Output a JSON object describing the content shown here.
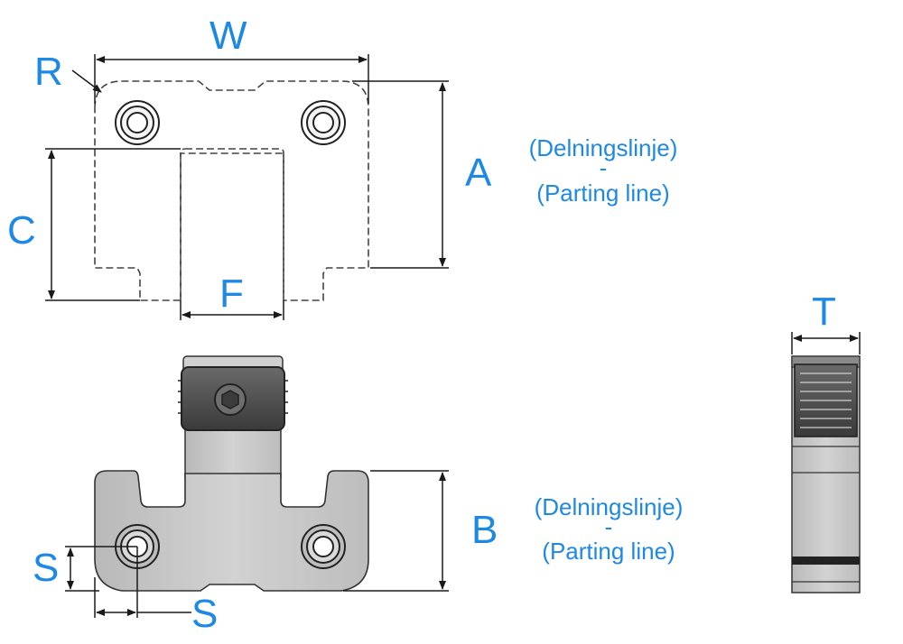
{
  "labels": {
    "W": "W",
    "R": "R",
    "C": "C",
    "F": "F",
    "A": "A",
    "B": "B",
    "T": "T",
    "S_vertical": "S",
    "S_horizontal": "S"
  },
  "parting_line": {
    "swedish": "(Delningslinje)",
    "separator": "-",
    "english": "(Parting line)"
  },
  "colors": {
    "label_blue": "#1e88e5",
    "part_fill": "#c8c8c8",
    "line_dark": "#1a1a1a"
  }
}
